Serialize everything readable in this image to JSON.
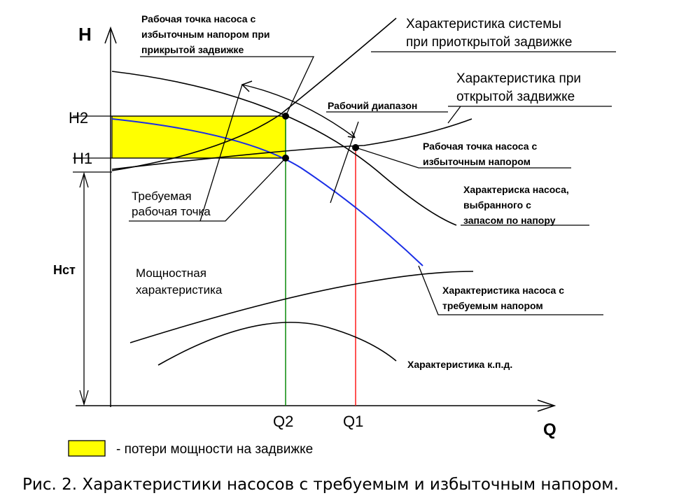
{
  "axes": {
    "h_label": "H",
    "q_label": "Q",
    "h1": "H1",
    "h2": "H2",
    "hst": "Нст",
    "q1": "Q1",
    "q2": "Q2"
  },
  "annotations": {
    "overpressure_closed_valve": [
      "Рабочая точка насоса с",
      "избыточным напором при",
      "прикрытой задвижке"
    ],
    "system_partly_open": [
      "Характеристика системы",
      "при приоткрытой задвижке"
    ],
    "system_open": [
      "Характеристика при",
      "открытой задвижке"
    ],
    "working_range": "Рабочий диапазон",
    "overpressure_point": [
      "Рабочая точка насоса с",
      "избыточным напором"
    ],
    "required_point": [
      "Требуемая",
      "рабочая точка"
    ],
    "pump_with_margin": [
      "Характериска насоса,",
      "выбранного с",
      "запасом по напору"
    ],
    "power_curve": [
      "Мощностная",
      "характеристика"
    ],
    "pump_required": [
      "Характеристика насоса с",
      "требуемым напором"
    ],
    "efficiency_curve": "Характеристика к.п.д."
  },
  "legend": {
    "text": "- потери мощности на задвижке",
    "color": "#ffff00"
  },
  "caption": "Рис. 2. Характеристики насосов с требуемым и избыточным напором.",
  "colors": {
    "lines": "#000000",
    "required_pump_curve": "#1a2ee6",
    "q1_line": "#ff1a1a",
    "q2_line": "#0a8a0a",
    "loss_area": "#ffff00"
  }
}
